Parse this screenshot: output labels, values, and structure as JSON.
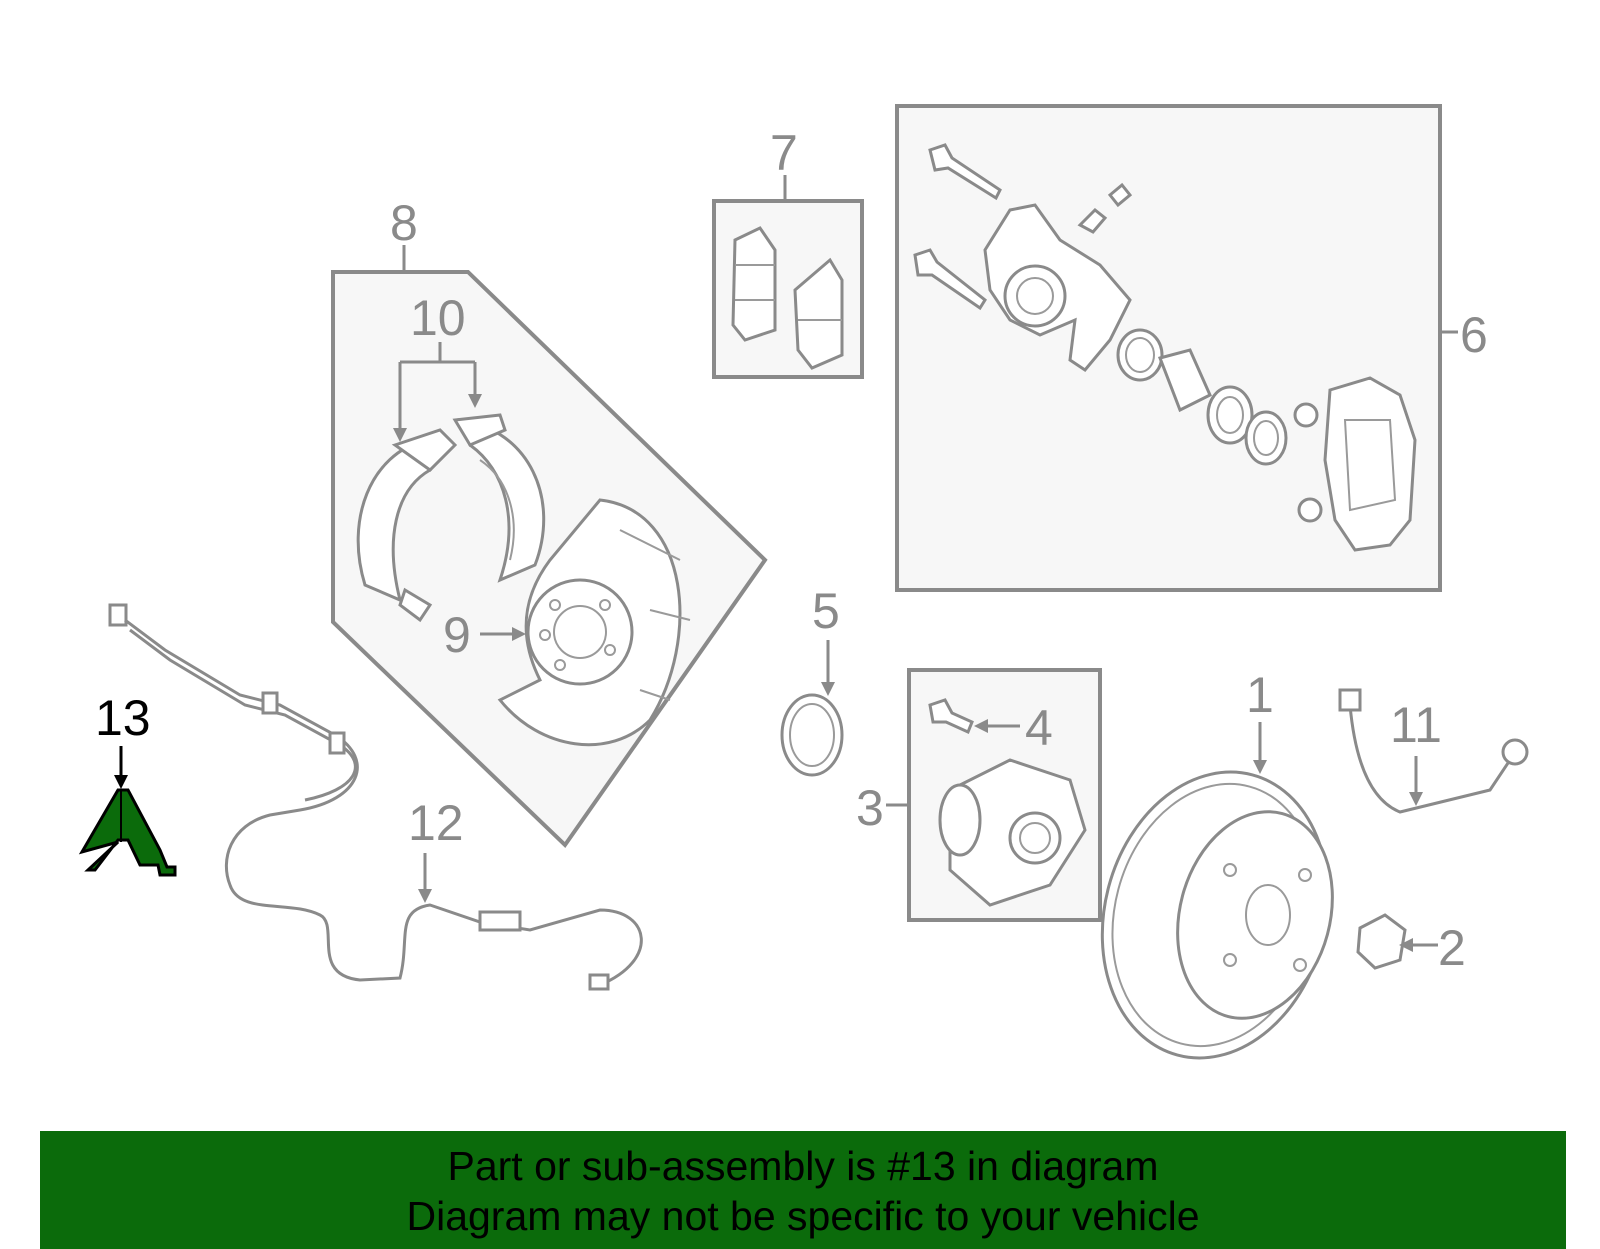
{
  "callouts": {
    "c1": "1",
    "c2": "2",
    "c3": "3",
    "c4": "4",
    "c5": "5",
    "c6": "6",
    "c7": "7",
    "c8": "8",
    "c9": "9",
    "c10": "10",
    "c11": "11",
    "c12": "12",
    "c13": "13"
  },
  "highlight": {
    "part_number": "13",
    "color": "#0b6b0b"
  },
  "banner": {
    "line1": "Part or sub-assembly is #13 in diagram",
    "line2": "Diagram may not be specific to your vehicle",
    "background": "#0b6b0b"
  }
}
